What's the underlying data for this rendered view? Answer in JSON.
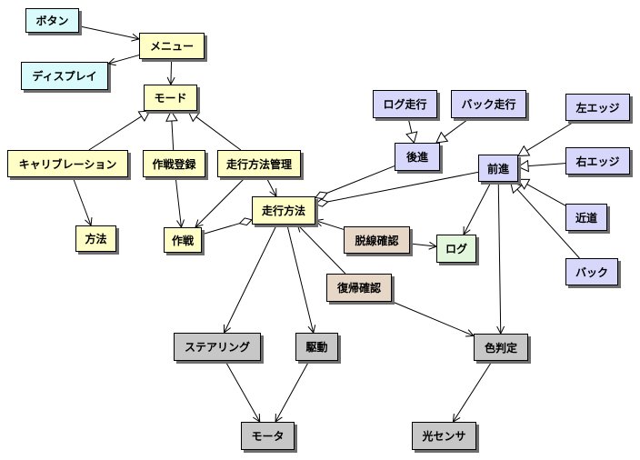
{
  "colors": {
    "ui": "#d9fbfb",
    "core": "#fefec6",
    "sensor": "#d7d7fb",
    "check": "#e7d7c7",
    "log": "#e3f7dd",
    "hw": "#c7c7c7"
  },
  "nodes": {
    "button": {
      "label": "ボタン",
      "color": "ui"
    },
    "menu": {
      "label": "メニュー",
      "color": "core"
    },
    "display": {
      "label": "ディスプレイ",
      "color": "ui"
    },
    "mode": {
      "label": "モード",
      "color": "core"
    },
    "calibration": {
      "label": "キャリブレーション",
      "color": "core"
    },
    "strategy_reg": {
      "label": "作戦登録",
      "color": "core"
    },
    "run_mgmt": {
      "label": "走行方法管理",
      "color": "core"
    },
    "method": {
      "label": "方法",
      "color": "core"
    },
    "strategy": {
      "label": "作戦",
      "color": "core"
    },
    "run_method": {
      "label": "走行方法",
      "color": "core"
    },
    "log_run": {
      "label": "ログ走行",
      "color": "sensor"
    },
    "back_run": {
      "label": "バック走行",
      "color": "sensor"
    },
    "backward": {
      "label": "後進",
      "color": "sensor"
    },
    "forward": {
      "label": "前進",
      "color": "sensor"
    },
    "left_edge": {
      "label": "左エッジ",
      "color": "sensor"
    },
    "right_edge": {
      "label": "右エッジ",
      "color": "sensor"
    },
    "shortcut": {
      "label": "近道",
      "color": "sensor"
    },
    "back": {
      "label": "バック",
      "color": "sensor"
    },
    "derail_check": {
      "label": "脱線確認",
      "color": "check"
    },
    "log": {
      "label": "ログ",
      "color": "log"
    },
    "recovery_check": {
      "label": "復帰確認",
      "color": "check"
    },
    "steering": {
      "label": "ステアリング",
      "color": "hw"
    },
    "drive": {
      "label": "駆動",
      "color": "hw"
    },
    "color_judge": {
      "label": "色判定",
      "color": "hw"
    },
    "motor": {
      "label": "モータ",
      "color": "hw"
    },
    "light_sensor": {
      "label": "光センサ",
      "color": "hw"
    }
  },
  "edges": [
    {
      "from": "button",
      "to": "menu",
      "type": "assoc"
    },
    {
      "from": "menu",
      "to": "display",
      "type": "assoc"
    },
    {
      "from": "menu",
      "to": "mode",
      "type": "assoc"
    },
    {
      "from": "calibration",
      "to": "mode",
      "type": "inherit"
    },
    {
      "from": "strategy_reg",
      "to": "mode",
      "type": "inherit"
    },
    {
      "from": "run_mgmt",
      "to": "mode",
      "type": "inherit"
    },
    {
      "from": "calibration",
      "to": "method",
      "type": "assoc"
    },
    {
      "from": "strategy_reg",
      "to": "strategy",
      "type": "assoc"
    },
    {
      "from": "run_mgmt",
      "to": "strategy",
      "type": "assoc"
    },
    {
      "from": "run_mgmt",
      "to": "run_method",
      "type": "assoc"
    },
    {
      "from": "strategy",
      "to": "run_method",
      "type": "agg"
    },
    {
      "from": "log_run",
      "to": "backward",
      "type": "inherit"
    },
    {
      "from": "back_run",
      "to": "backward",
      "type": "inherit"
    },
    {
      "from": "backward",
      "to": "run_method",
      "type": "agg"
    },
    {
      "from": "forward",
      "to": "run_method",
      "type": "agg"
    },
    {
      "from": "left_edge",
      "to": "forward",
      "type": "inherit"
    },
    {
      "from": "right_edge",
      "to": "forward",
      "type": "inherit"
    },
    {
      "from": "shortcut",
      "to": "forward",
      "type": "inherit"
    },
    {
      "from": "back",
      "to": "forward",
      "type": "inherit"
    },
    {
      "from": "forward",
      "to": "log",
      "type": "assoc"
    },
    {
      "from": "forward",
      "to": "color_judge",
      "type": "assoc"
    },
    {
      "from": "derail_check",
      "to": "run_method",
      "type": "assoc"
    },
    {
      "from": "derail_check",
      "to": "log",
      "type": "assoc"
    },
    {
      "from": "recovery_check",
      "to": "run_method",
      "type": "assoc"
    },
    {
      "from": "recovery_check",
      "to": "color_judge",
      "type": "assoc"
    },
    {
      "from": "run_method",
      "to": "steering",
      "type": "assoc"
    },
    {
      "from": "run_method",
      "to": "drive",
      "type": "assoc"
    },
    {
      "from": "steering",
      "to": "motor",
      "type": "assoc"
    },
    {
      "from": "drive",
      "to": "motor",
      "type": "assoc"
    },
    {
      "from": "color_judge",
      "to": "light_sensor",
      "type": "assoc"
    }
  ]
}
